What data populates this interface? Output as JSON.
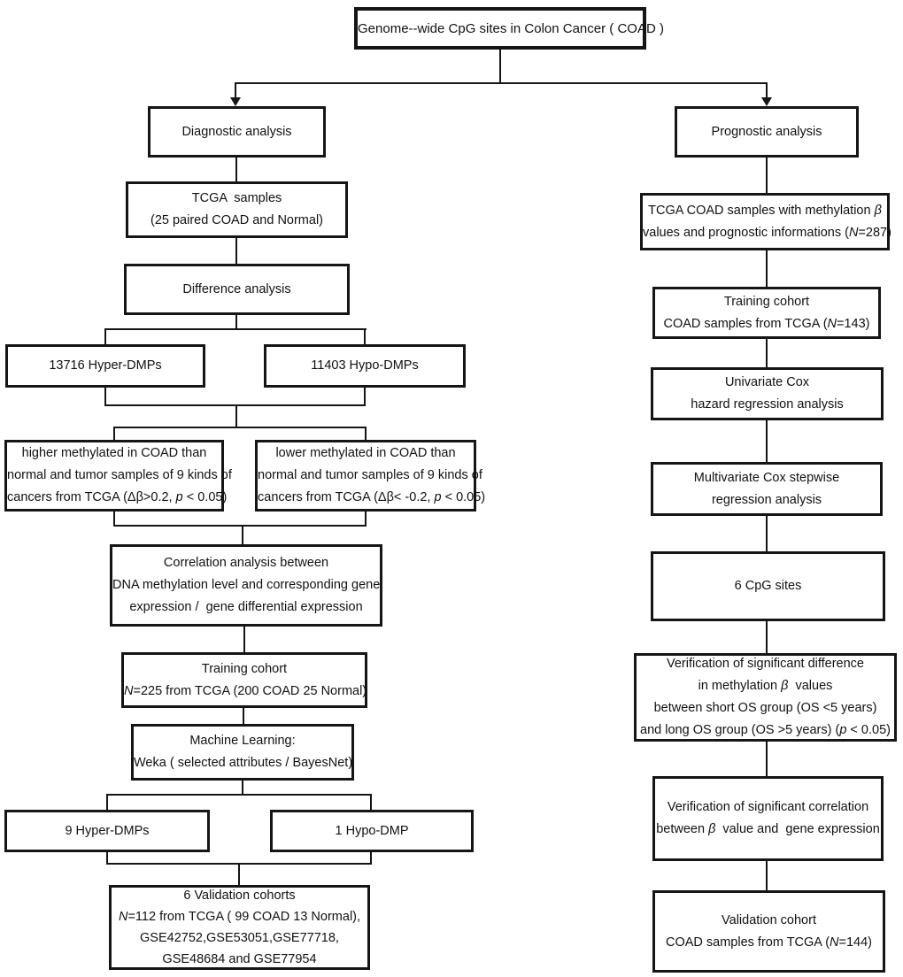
{
  "meta": {
    "description": "Flowchart of genome-wide CpG site analysis in colon cancer (COAD)",
    "ink_color": "#151515",
    "background_color": "#ffffff"
  },
  "flowchart": {
    "root": {
      "lines": [
        "Genome--wide CpG sites in Colon Cancer ( COAD )"
      ]
    },
    "diagnostic": {
      "header": {
        "lines": [
          "Diagnostic analysis"
        ]
      },
      "tcga_samples": {
        "lines": [
          "TCGA  samples",
          "(25 paired COAD and Normal)"
        ]
      },
      "difference": {
        "lines": [
          "Difference analysis"
        ]
      },
      "hyper_dmps": {
        "lines": [
          "13716 Hyper-DMPs"
        ]
      },
      "hypo_dmps": {
        "lines": [
          "11403 Hypo-DMPs"
        ]
      },
      "higher_methylated": {
        "lines": [
          "higher methylated in COAD than",
          "normal and tumor samples of 9 kinds of",
          [
            {
              "t": "cancers from TCGA (Δβ>0.2, "
            },
            {
              "t": "p",
              "i": true
            },
            {
              "t": " < 0.05)"
            }
          ]
        ]
      },
      "lower_methylated": {
        "lines": [
          "lower methylated in COAD than",
          "normal and tumor samples of 9 kinds of",
          [
            {
              "t": "cancers from TCGA (Δβ< -0.2, "
            },
            {
              "t": "p",
              "i": true
            },
            {
              "t": " < 0.05)"
            }
          ]
        ]
      },
      "correlation": {
        "lines": [
          "Correlation analysis between",
          "DNA methylation level and corresponding gene",
          "expression /  gene differential expression"
        ]
      },
      "training_cohort": {
        "lines": [
          "Training cohort",
          [
            {
              "t": "N",
              "i": true
            },
            {
              "t": "=225 from TCGA (200 COAD 25 Normal)"
            }
          ]
        ]
      },
      "machine_learning": {
        "lines": [
          "Machine Learning:",
          "Weka ( selected attributes / BayesNet)"
        ]
      },
      "hyper_9": {
        "lines": [
          "9 Hyper-DMPs"
        ]
      },
      "hypo_1": {
        "lines": [
          "1 Hypo-DMP"
        ]
      },
      "validation_cohorts": {
        "lines": [
          "6 Validation cohorts",
          [
            {
              "t": "N",
              "i": true
            },
            {
              "t": "=112 from TCGA ( 99 COAD 13 Normal),"
            }
          ],
          "GSE42752,GSE53051,GSE77718,",
          "GSE48684 and GSE77954"
        ]
      }
    },
    "prognostic": {
      "header": {
        "lines": [
          "Prognostic analysis"
        ]
      },
      "tcga_coad_samples": {
        "lines": [
          [
            {
              "t": "TCGA COAD samples with methylation "
            },
            {
              "t": "β",
              "i": true
            }
          ],
          [
            {
              "t": "values and prognostic informations ("
            },
            {
              "t": "N",
              "i": true
            },
            {
              "t": "=287)"
            }
          ]
        ]
      },
      "training_cohort": {
        "lines": [
          "Training cohort",
          [
            {
              "t": "COAD samples from TCGA ("
            },
            {
              "t": "N",
              "i": true
            },
            {
              "t": "=143)"
            }
          ]
        ]
      },
      "univariate_cox": {
        "lines": [
          "Univariate Cox",
          "hazard regression analysis"
        ]
      },
      "multivariate_cox": {
        "lines": [
          "Multivariate Cox stepwise",
          "regression analysis"
        ]
      },
      "cpg_sites": {
        "lines": [
          "6 CpG sites"
        ]
      },
      "verification_difference": {
        "lines": [
          "Verification of significant difference",
          [
            {
              "t": "in methylation "
            },
            {
              "t": "β",
              "i": true
            },
            {
              "t": "  values"
            }
          ],
          "between short OS group (OS <5 years)",
          [
            {
              "t": "and long OS group (OS >5 years) ("
            },
            {
              "t": "p",
              "i": true
            },
            {
              "t": " < 0.05)"
            }
          ]
        ]
      },
      "verification_correlation": {
        "lines": [
          "Verification of significant correlation",
          [
            {
              "t": "between "
            },
            {
              "t": "β",
              "i": true
            },
            {
              "t": "  value and  gene expression"
            }
          ]
        ]
      },
      "validation_cohort": {
        "lines": [
          "Validation cohort",
          [
            {
              "t": "COAD samples from TCGA ("
            },
            {
              "t": "N",
              "i": true
            },
            {
              "t": "=144)"
            }
          ]
        ]
      }
    }
  }
}
